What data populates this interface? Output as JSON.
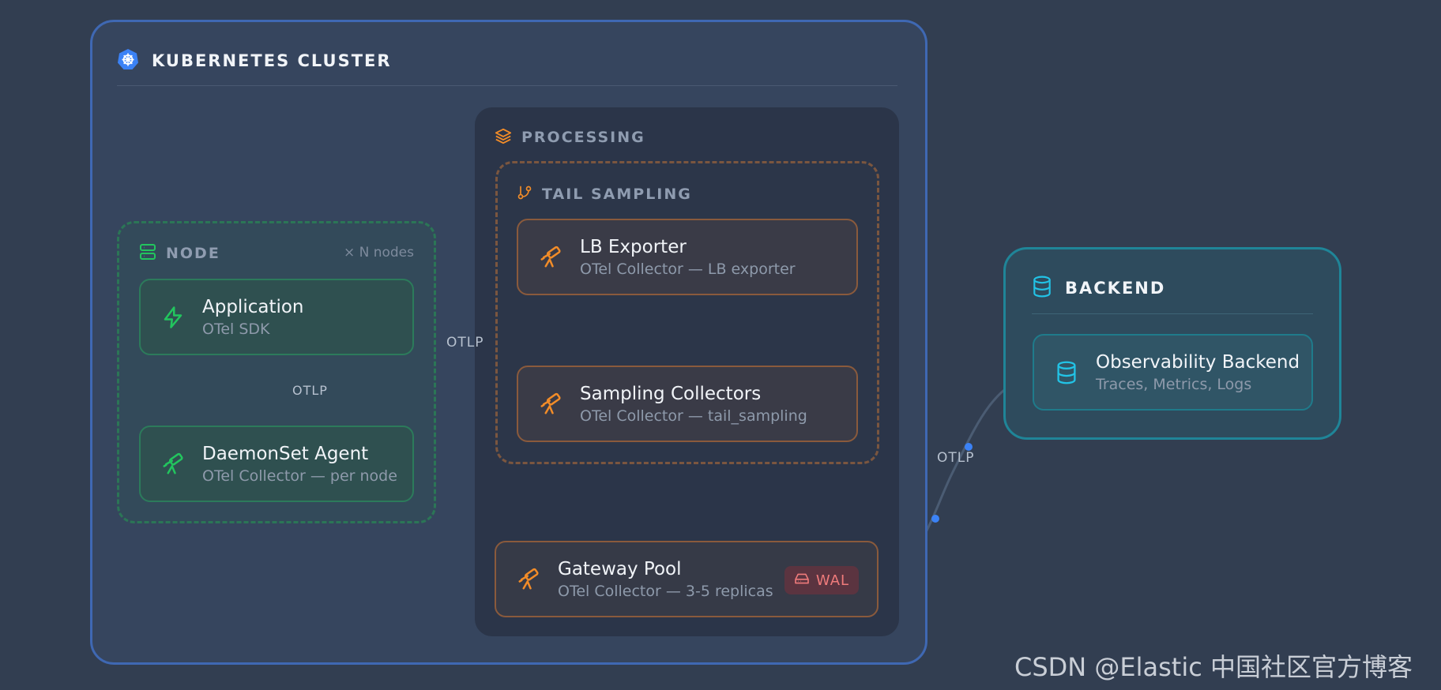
{
  "cluster": {
    "title": "KUBERNETES CLUSTER",
    "icon": "kubernetes-icon"
  },
  "node": {
    "title": "NODE",
    "count": "× N nodes",
    "icon": "server-icon",
    "application": {
      "name": "Application",
      "sub": "OTel SDK",
      "icon": "lightning-icon"
    },
    "daemonset": {
      "name": "DaemonSet Agent",
      "sub": "OTel Collector — per node",
      "icon": "telescope-icon"
    }
  },
  "processing": {
    "title": "PROCESSING",
    "icon": "layers-icon",
    "tail_sampling": {
      "title": "TAIL SAMPLING",
      "icon": "git-branch-icon",
      "lb_exporter": {
        "name": "LB Exporter",
        "sub": "OTel Collector — LB exporter"
      },
      "sampling_collectors": {
        "name": "Sampling Collectors",
        "sub": "OTel Collector — tail_sampling"
      }
    },
    "gateway": {
      "name": "Gateway Pool",
      "sub": "OTel Collector — 3-5 replicas",
      "badge": "WAL"
    }
  },
  "backend": {
    "title": "BACKEND",
    "icon": "database-icon",
    "observability": {
      "name": "Observability Backend",
      "sub": "Traces, Metrics, Logs"
    }
  },
  "edges": {
    "app_to_agent": "OTLP",
    "agent_to_lb": "OTLP",
    "gateway_to_backend": "OTLP"
  },
  "colors": {
    "background": "#323e51",
    "cluster_border": "#3f68b3",
    "node_border": "#2b7656",
    "tail_border": "#7b563f",
    "backend_border": "#1f8598",
    "edge_dot": "#3b82f6",
    "green_icon": "#22c55e",
    "orange_icon": "#f28c28",
    "teal_icon": "#22c3e6"
  },
  "watermark": "CSDN @Elastic 中国社区官方博客"
}
